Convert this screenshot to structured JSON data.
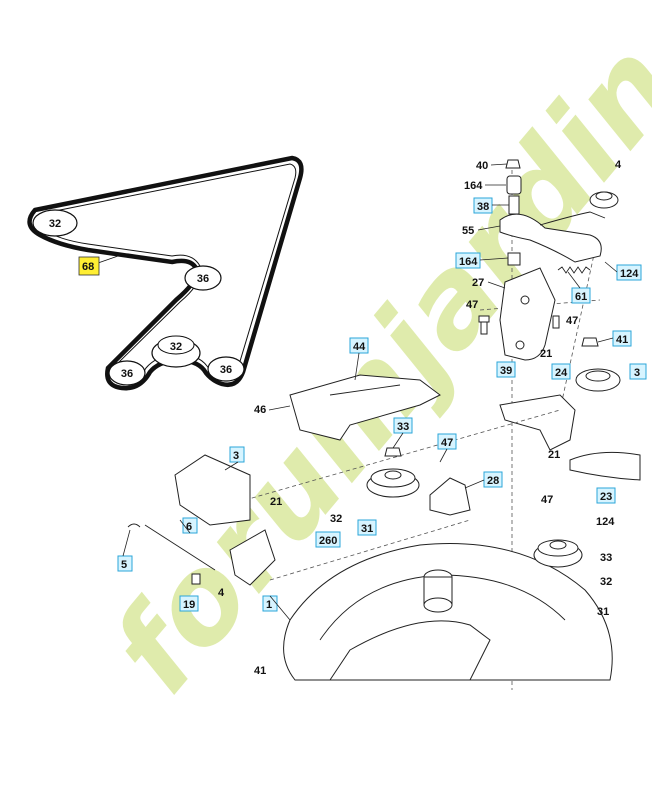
{
  "watermark": "forumjardin.com",
  "belt": {
    "callout": "68",
    "pulleys": [
      "32",
      "36",
      "32",
      "36",
      "36"
    ]
  },
  "callouts": {
    "c40": "40",
    "c164a": "164",
    "c38": "38",
    "c55": "55",
    "c164b": "164",
    "c27": "27",
    "c61": "61",
    "c124a": "124",
    "c47a": "47",
    "c47b": "47",
    "c41a": "41",
    "c21a": "21",
    "c39": "39",
    "c24": "24",
    "c3r": "3",
    "c44": "44",
    "c46": "46",
    "c33a": "33",
    "c47c": "47",
    "c21b": "21",
    "c3": "3",
    "c28": "28",
    "c23": "23",
    "c21c": "21",
    "c6": "6",
    "c32a": "32",
    "c31a": "31",
    "c260": "260",
    "c47d": "47",
    "c124b": "124",
    "c5": "5",
    "c33b": "33",
    "c32b": "32",
    "c31b": "31",
    "c19": "19",
    "c4": "4",
    "c1": "1",
    "c41b": "41",
    "c4top": "4"
  }
}
